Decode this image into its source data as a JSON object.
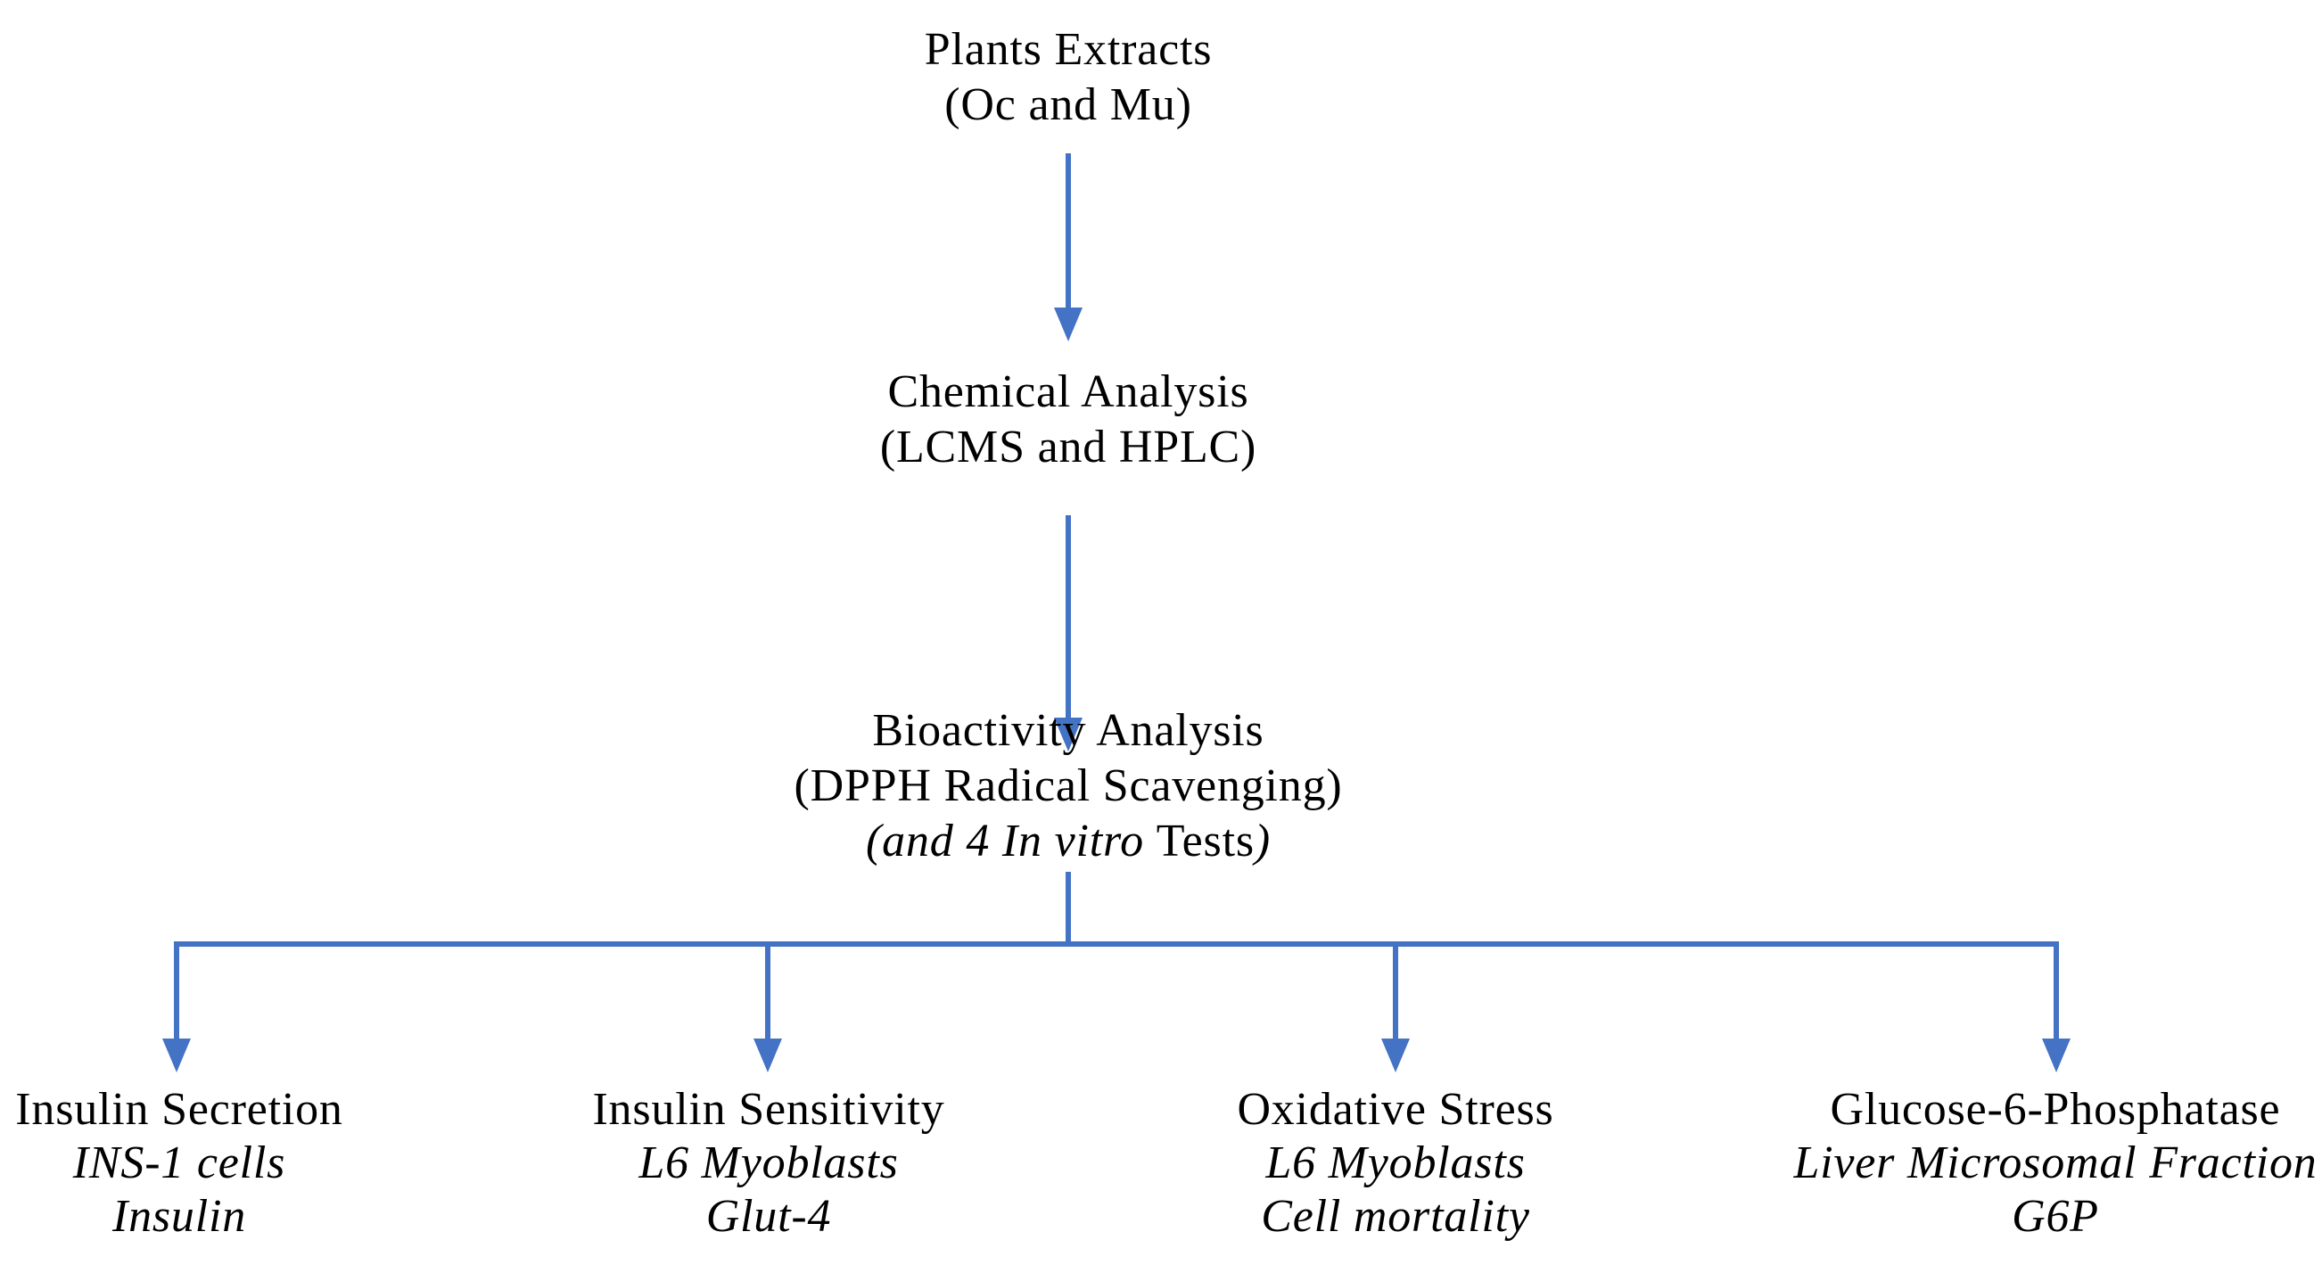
{
  "figure": {
    "colors": {
      "arrow_blue": "#4472C4",
      "text_black": "#000000",
      "background": "#ffffff"
    },
    "nodes": [
      {
        "id": "plants-extracts",
        "lines": [
          "Plants Extracts",
          "(Oc and Mu)"
        ]
      },
      {
        "id": "chemical-analysis",
        "lines": [
          "Chemical Analysis",
          "(LCMS and HPLC)"
        ]
      },
      {
        "id": "bioactivity-analysis",
        "lines": [
          "Bioactivity Analysis",
          "(DPPH Radical Scavenging)"
        ],
        "line3_segments": [
          {
            "text": "(and 4 In vitro ",
            "style": "italic"
          },
          {
            "text": "Tests",
            "style": "roman"
          },
          {
            "text": ")",
            "style": "italic"
          }
        ]
      }
    ],
    "branches": [
      {
        "id": "insulin-secretion",
        "title": "Insulin Secretion",
        "cell_model": "INS-1 cells",
        "readout": "Insulin"
      },
      {
        "id": "insulin-sensitivity",
        "title": "Insulin Sensitivity",
        "cell_model": "L6 Myoblasts",
        "readout": "Glut-4"
      },
      {
        "id": "oxidative-stress",
        "title": "Oxidative Stress",
        "cell_model": "L6 Myoblasts",
        "readout": "Cell mortality"
      },
      {
        "id": "glucose-6-phosphatase",
        "title": "Glucose-6-Phosphatase",
        "cell_model": "Liver Microsomal Fraction",
        "readout": "G6P"
      }
    ]
  }
}
